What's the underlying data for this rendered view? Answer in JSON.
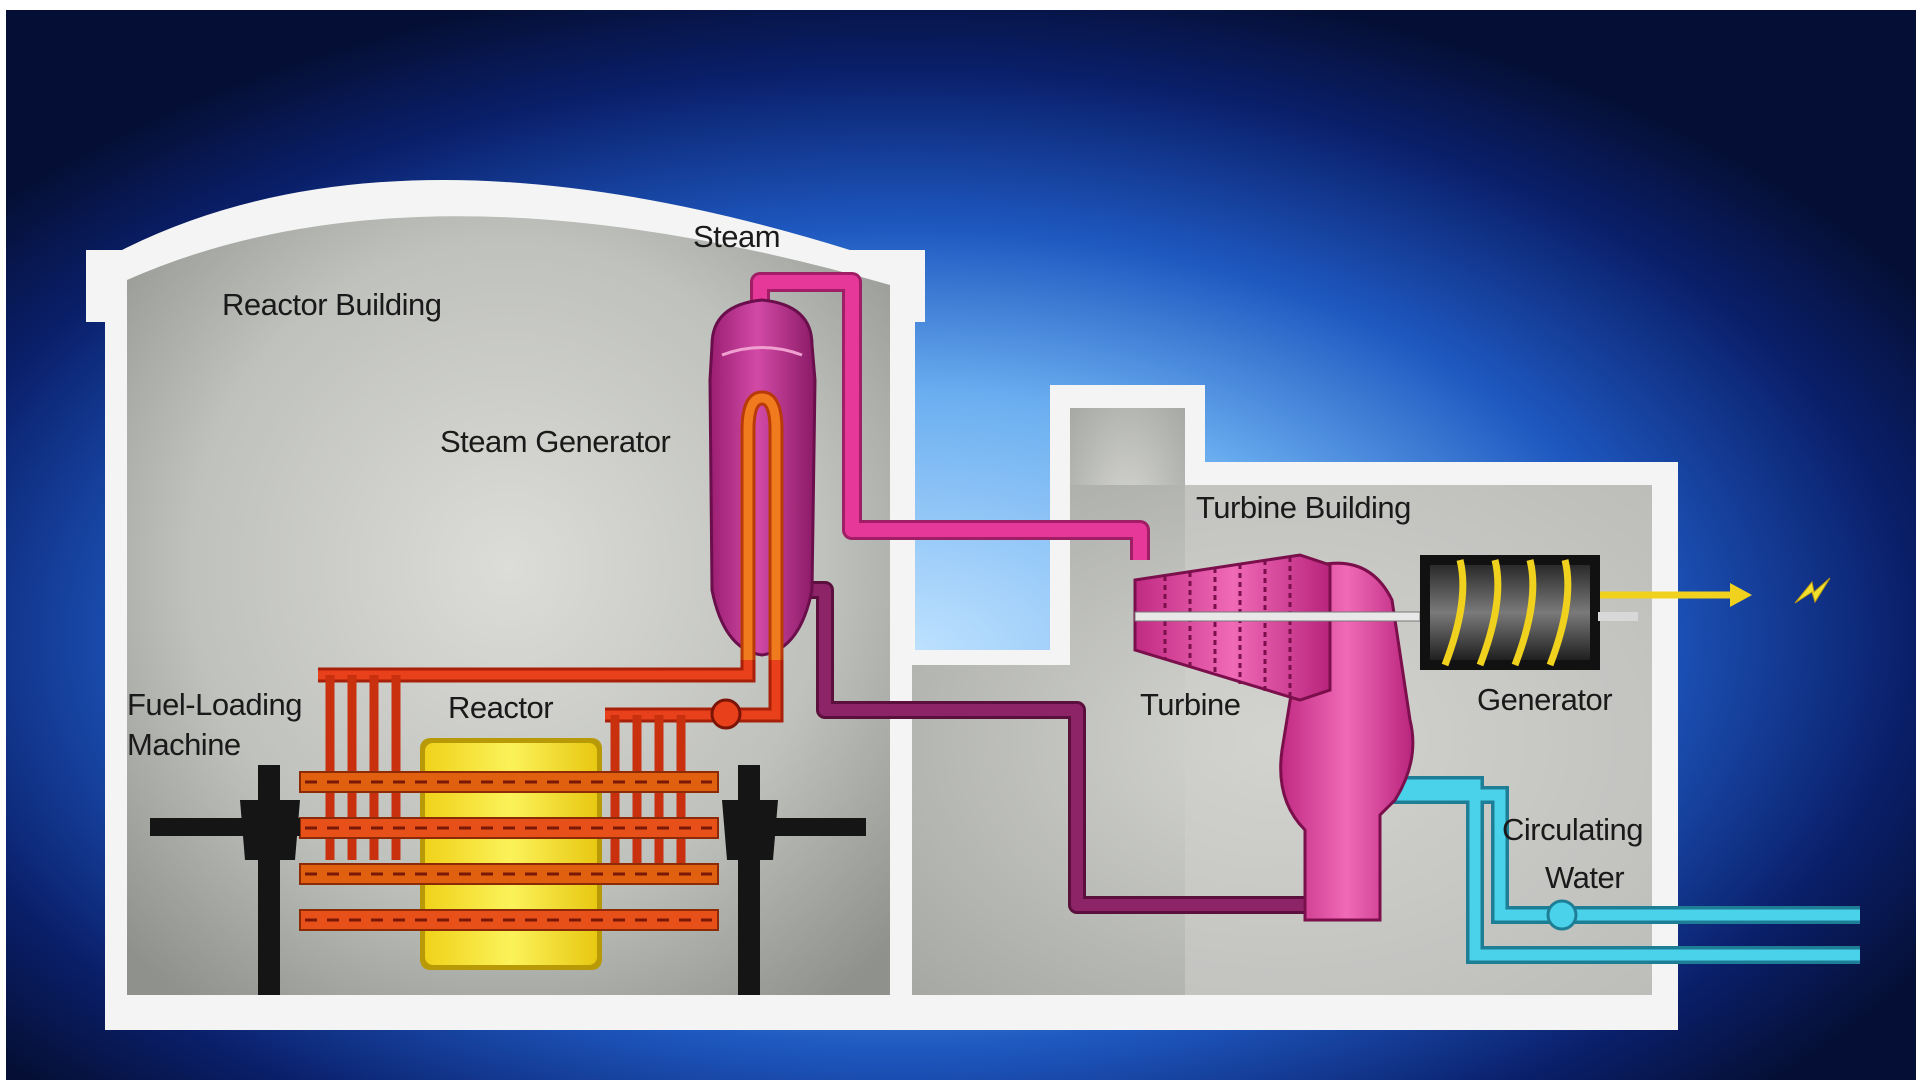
{
  "labels": {
    "reactor_building": "Reactor Building",
    "steam": "Steam",
    "steam_generator": "Steam Generator",
    "turbine_building": "Turbine Building",
    "fuel_loading_line1": "Fuel-Loading",
    "fuel_loading_line2": "Machine",
    "reactor": "Reactor",
    "turbine": "Turbine",
    "generator": "Generator",
    "circulating_line1": "Circulating",
    "circulating_line2": "Water"
  },
  "colors": {
    "background_glow": "#1e6fd0",
    "background_dark": "#06123a",
    "building_wall": "#f4f4f4",
    "building_interior": "#c8cac6",
    "steam_pipe": "#e0308a",
    "condensate_pipe": "#8a1f5f",
    "hot_coolant": "#e8401a",
    "cold_coolant": "#f07a20",
    "reactor_core": "#f4e62a",
    "circulating_water": "#3cc4dc",
    "electricity": "#f0d21e",
    "machine_black": "#151515"
  },
  "icons": {
    "electricity": "lightning-bolt-icon"
  }
}
